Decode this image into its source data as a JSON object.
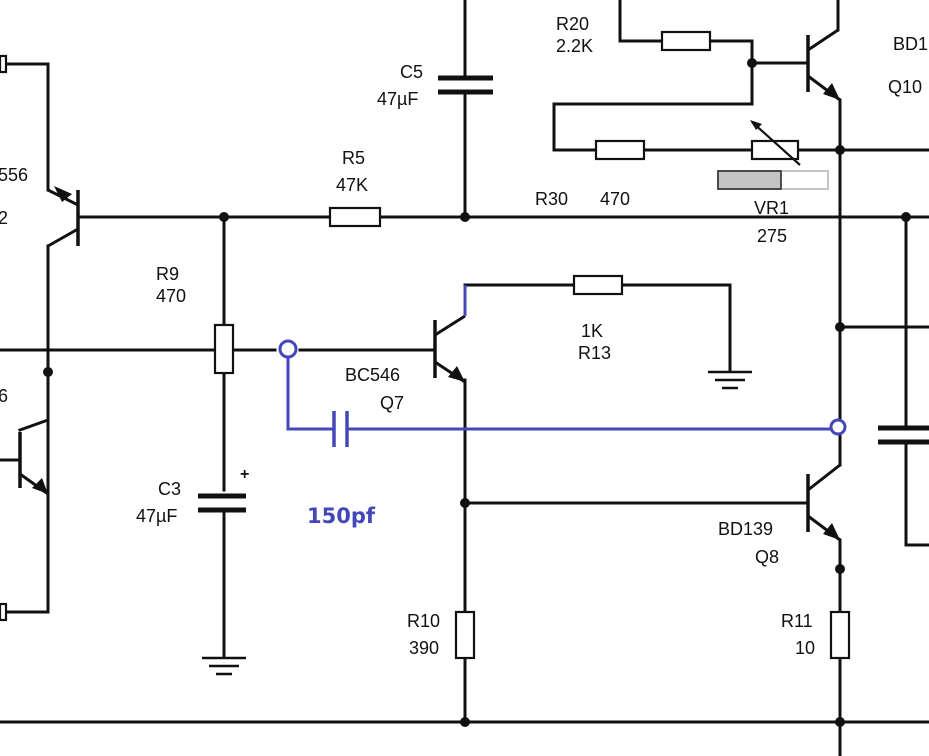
{
  "labels": {
    "r20_name": "R20",
    "r20_value": "2.2K",
    "c5_name": "C5",
    "c5_value": "47µF",
    "bd_top_name": "BD1",
    "q10_name": "Q10",
    "r5_name": "R5",
    "r5_value": "47K",
    "left_top_a": "556",
    "left_top_b": "2",
    "r30_name": "R30",
    "r30_value": "470",
    "vr1_name": "VR1",
    "vr1_value": "275",
    "r9_name": "R9",
    "r9_value": "470",
    "r13_value": "1K",
    "r13_name": "R13",
    "q7_type": "BC546",
    "q7_name": "Q7",
    "left_mid": "6",
    "c3_name": "C3",
    "c3_value": "47µF",
    "c3_polarity": "+",
    "added_cap_value": "150pf",
    "q8_type": "BD139",
    "q8_name": "Q8",
    "r10_name": "R10",
    "r10_value": "390",
    "r11_name": "R11",
    "r11_value": "10"
  },
  "colors": {
    "wire": "#111111",
    "added_circuit": "#4347b8",
    "pot_fill": "#c4c4c4"
  }
}
